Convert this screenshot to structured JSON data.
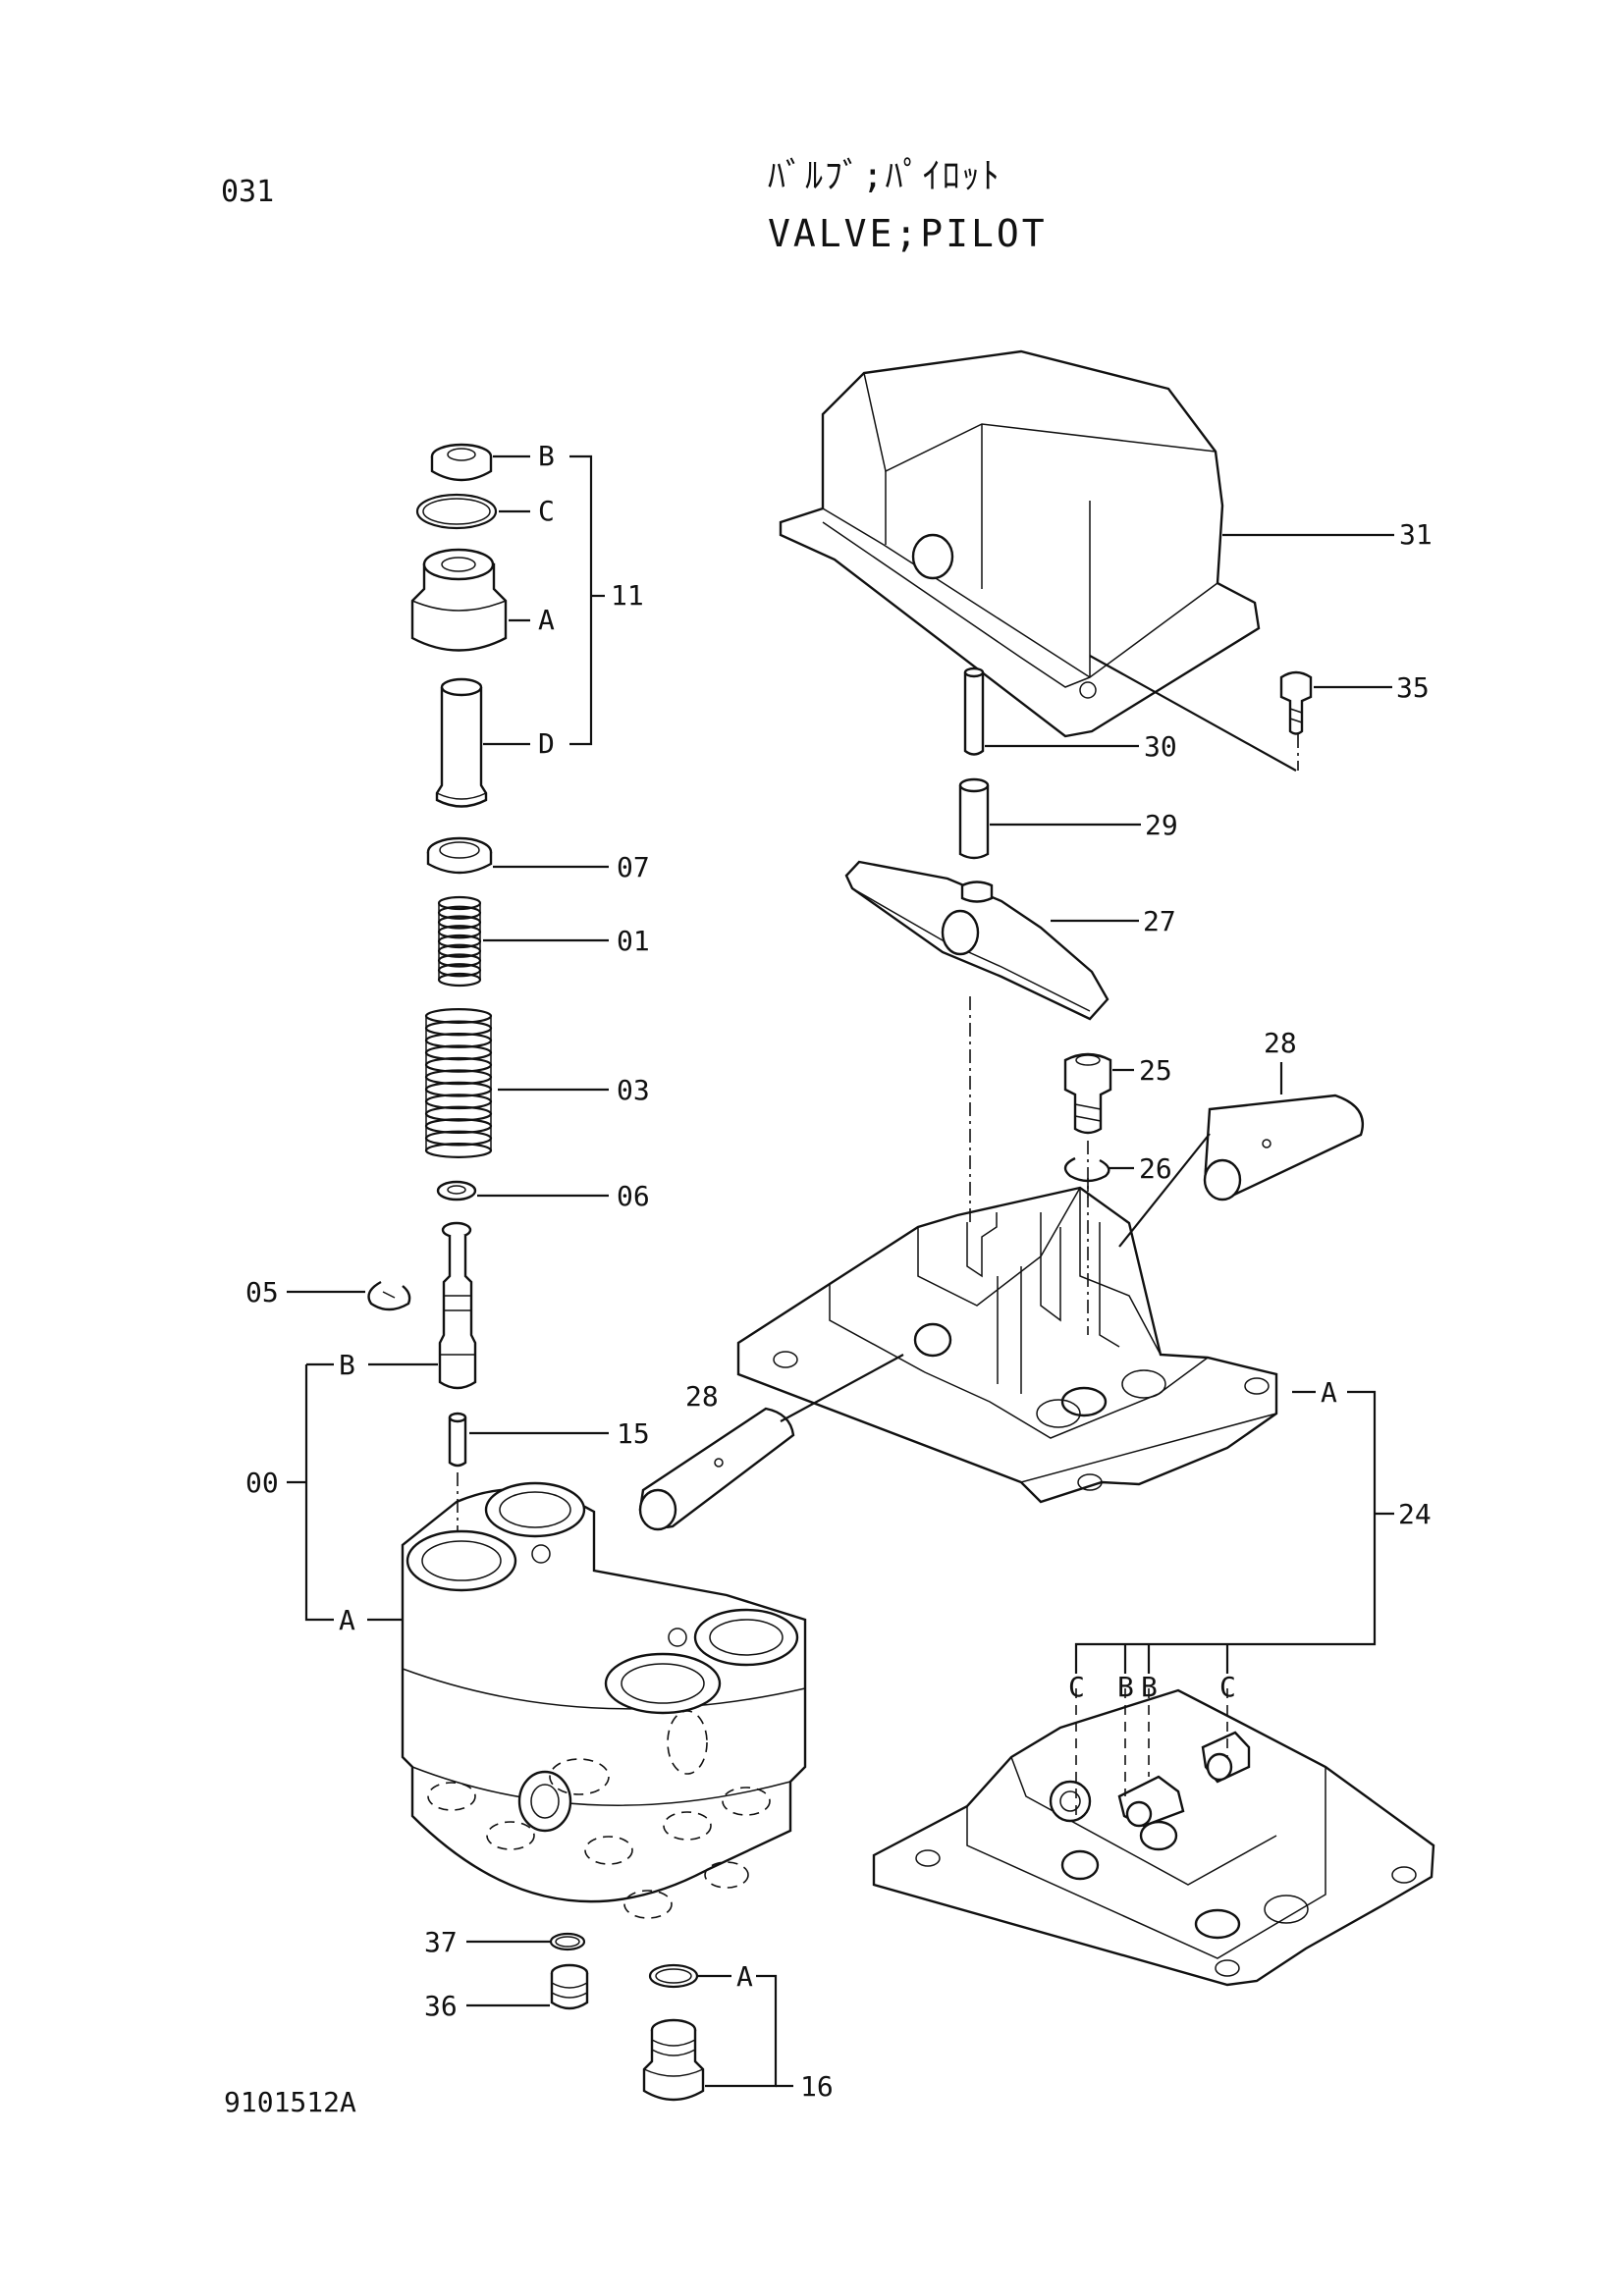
{
  "header": {
    "page_number": "031",
    "title_jp": "ﾊﾞﾙﾌﾞ;ﾊﾟｲﾛｯﾄ",
    "title_en": "VALVE;PILOT"
  },
  "footer": {
    "drawing_number": "9101512A"
  },
  "callouts": {
    "p31": "31",
    "p35": "35",
    "p30": "30",
    "p29": "29",
    "p27": "27",
    "p25": "25",
    "p28_right": "28",
    "p26": "26",
    "p28_left": "28",
    "p24": "24",
    "p24_a": "A",
    "p24_c1": "C",
    "p24_b1": "B",
    "p24_b2": "B",
    "p24_c2": "C",
    "p11": "11",
    "p11_b": "B",
    "p11_c": "C",
    "p11_a": "A",
    "p11_d": "D",
    "p07": "07",
    "p01": "01",
    "p03": "03",
    "p06": "06",
    "p05": "05",
    "p00": "00",
    "p00_b": "B",
    "p00_a": "A",
    "p15": "15",
    "p37": "37",
    "p36": "36",
    "p16": "16",
    "p16_a": "A"
  }
}
